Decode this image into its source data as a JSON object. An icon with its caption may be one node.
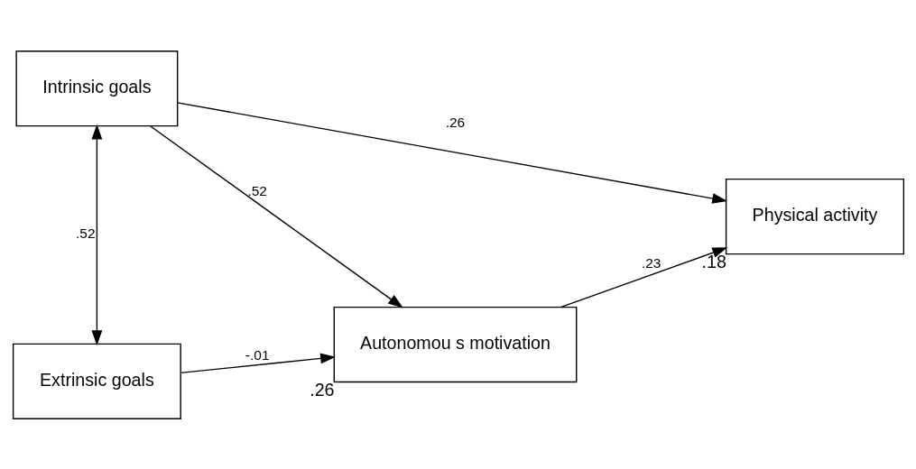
{
  "diagram": {
    "nodes": [
      {
        "text": [
          "Intrinsic goals"
        ]
      },
      {
        "text": [
          "Extrinsic goals"
        ]
      },
      {
        "text": [
          "Autonomou s motivation"
        ],
        "beside": [
          ".26"
        ]
      },
      {
        "text": [
          "Physical activity"
        ],
        "beside": [
          ".18"
        ]
      }
    ],
    "edges": [
      {
        "from": 0,
        "to": 1,
        "arrow": "both",
        "label": ".52"
      },
      {
        "from": 0,
        "to": 3,
        "arrow": "to",
        "label": ".26"
      },
      {
        "from": 0,
        "to": 2,
        "arrow": "to",
        "label": ".52"
      },
      {
        "from": 1,
        "to": 2,
        "arrow": "to",
        "label": "-.01"
      },
      {
        "from": 2,
        "to": 3,
        "arrow": "to",
        "label": ".23"
      }
    ]
  }
}
